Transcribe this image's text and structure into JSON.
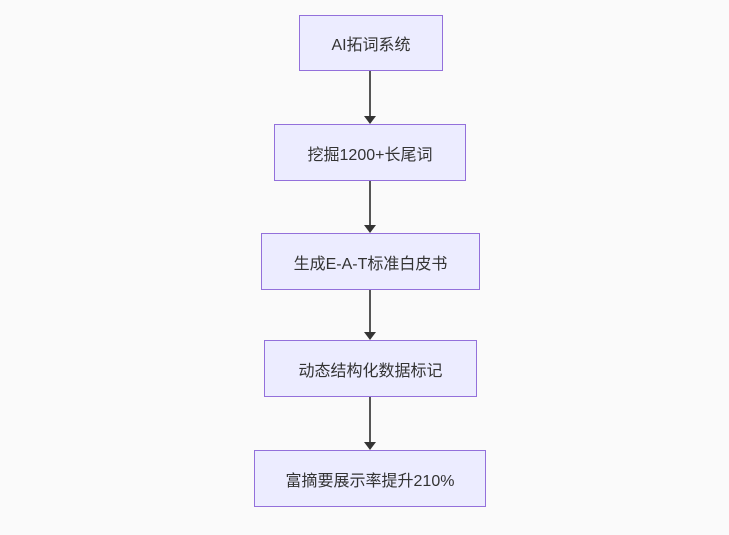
{
  "diagram": {
    "type": "flowchart-vertical",
    "colors": {
      "background": "#fafafa",
      "node_fill": "#ECECFF",
      "node_border": "#9370DB",
      "node_text": "#333333",
      "edge_line": "#555555",
      "edge_arrowhead": "#333333"
    },
    "nodes": [
      {
        "id": "n1",
        "label": "AI拓词系统"
      },
      {
        "id": "n2",
        "label": "挖掘1200+长尾词"
      },
      {
        "id": "n3",
        "label": "生成E-A-T标准白皮书"
      },
      {
        "id": "n4",
        "label": "动态结构化数据标记"
      },
      {
        "id": "n5",
        "label": "富摘要展示率提升210%"
      }
    ],
    "edges": [
      {
        "from": "n1",
        "to": "n2",
        "arrow": "down"
      },
      {
        "from": "n2",
        "to": "n3",
        "arrow": "down"
      },
      {
        "from": "n3",
        "to": "n4",
        "arrow": "down"
      },
      {
        "from": "n4",
        "to": "n5",
        "arrow": "down"
      }
    ]
  }
}
